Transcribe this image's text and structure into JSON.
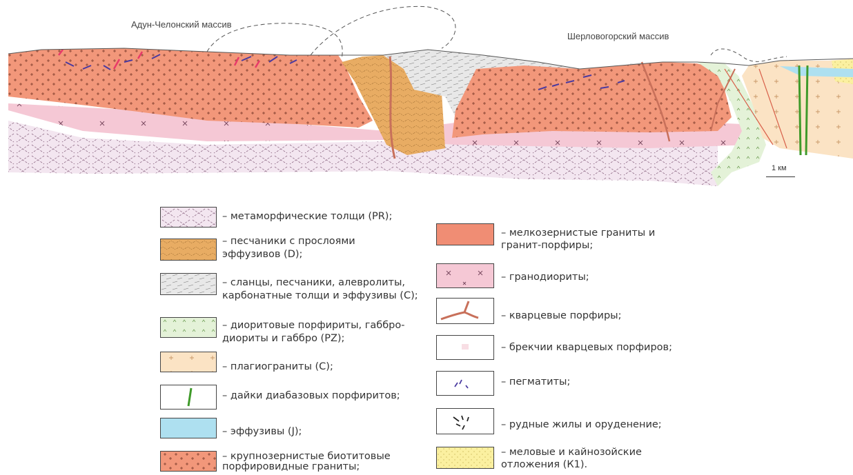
{
  "massifs": {
    "left": "Адун-Челонский массив",
    "right": "Шерловогорский массив"
  },
  "scale": "1 км",
  "legend_left": [
    {
      "id": "metamorphic",
      "lines": [
        "– метаморфические толщи (PR);"
      ]
    },
    {
      "id": "sandstone",
      "lines": [
        "– песчаники с прослоями",
        "эффузивов (D);"
      ]
    },
    {
      "id": "shale",
      "lines": [
        "– сланцы, песчаники, алевролиты,",
        "карбонатные толщи и эффузивы (С);"
      ]
    },
    {
      "id": "diorite",
      "lines": [
        "– диоритовые порфириты, габбро-",
        "диориты и габбро (PZ);"
      ]
    },
    {
      "id": "plagiogranite",
      "lines": [
        "– плагиограниты (С);"
      ]
    },
    {
      "id": "diabase",
      "lines": [
        "– дайки диабазовых порфиритов;"
      ]
    },
    {
      "id": "effusive",
      "lines": [
        "– эффузивы (J);"
      ]
    },
    {
      "id": "coarse-granite",
      "lines": [
        "– крупнозернистые биотитовые",
        "порфировидные граниты;"
      ]
    }
  ],
  "legend_right": [
    {
      "id": "fine-granite",
      "lines": [
        "– мелкозернистые граниты и",
        "гранит-порфиры;"
      ]
    },
    {
      "id": "granodiorite",
      "lines": [
        "– гранодиориты;"
      ]
    },
    {
      "id": "quartz-porphyry",
      "lines": [
        "– кварцевые порфиры;"
      ]
    },
    {
      "id": "breccia",
      "lines": [
        "– брекчии кварцевых порфиров;"
      ]
    },
    {
      "id": "pegmatite",
      "lines": [
        "– пегматиты;"
      ]
    },
    {
      "id": "ore",
      "lines": [
        "– рудные жилы и оруденение;"
      ]
    },
    {
      "id": "cretaceous",
      "lines": [
        "– меловые и кайнозойские",
        "отложения (К1)."
      ]
    }
  ],
  "colors": {
    "metamorphic": "#f3e6f0",
    "sandstone": "#e8ac63",
    "shale": "#e8e8e8",
    "diorite": "#e4f2d8",
    "plagiogranite": "#fbe3c4",
    "diabase": "#3f9a2a",
    "effusive": "#aee0f0",
    "coarse_granite": "#f2977a",
    "fine_granite": "#f08d74",
    "granodiorite": "#f5c8d5",
    "quartz_porphyry": "#c8705a",
    "pegmatite": "#4a3aa0",
    "ore": "#e83a6a",
    "cretaceous": "#fbf0a0"
  }
}
